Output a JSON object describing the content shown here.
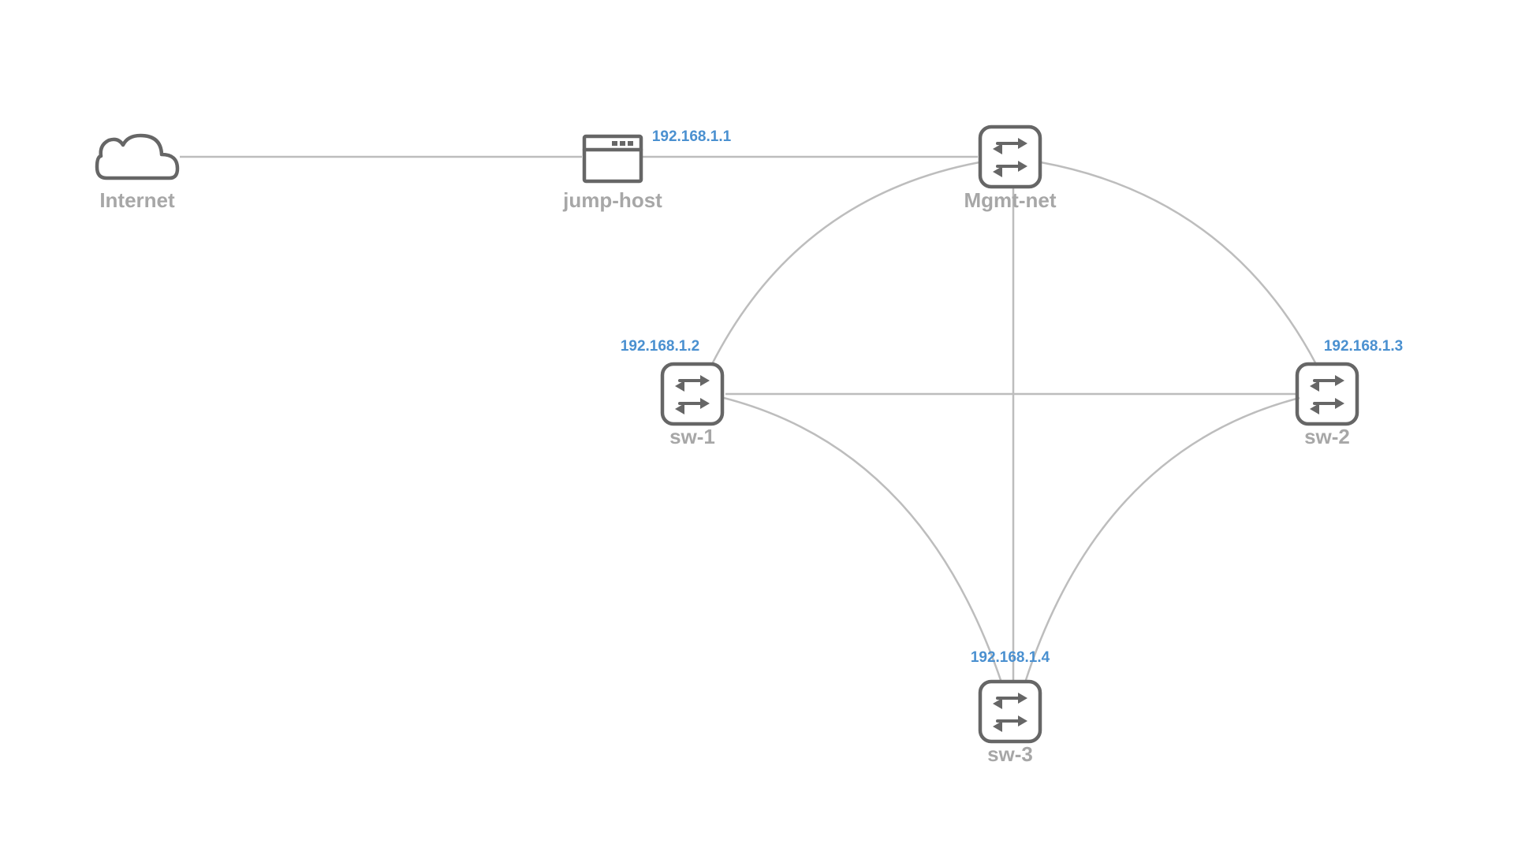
{
  "nodes": [
    {
      "id": "internet",
      "label": "Internet",
      "icon": "cloud-icon"
    },
    {
      "id": "jump-host",
      "label": "jump-host",
      "icon": "server-window-icon",
      "ip": "192.168.1.1"
    },
    {
      "id": "mgmt-net",
      "label": "Mgmt-net",
      "icon": "switch-icon"
    },
    {
      "id": "sw-1",
      "label": "sw-1",
      "icon": "switch-icon",
      "ip": "192.168.1.2"
    },
    {
      "id": "sw-2",
      "label": "sw-2",
      "icon": "switch-icon",
      "ip": "192.168.1.3"
    },
    {
      "id": "sw-3",
      "label": "sw-3",
      "icon": "switch-icon",
      "ip": "192.168.1.4"
    }
  ],
  "links": [
    [
      "internet",
      "jump-host"
    ],
    [
      "jump-host",
      "mgmt-net"
    ],
    [
      "mgmt-net",
      "sw-1"
    ],
    [
      "mgmt-net",
      "sw-2"
    ],
    [
      "mgmt-net",
      "sw-3"
    ],
    [
      "sw-1",
      "sw-2"
    ],
    [
      "sw-1",
      "sw-3"
    ],
    [
      "sw-2",
      "sw-3"
    ]
  ],
  "colors": {
    "link": "#bdbdbd",
    "icon": "#666666",
    "node_label": "#a7a7a7",
    "ip_label": "#4a90d0"
  }
}
